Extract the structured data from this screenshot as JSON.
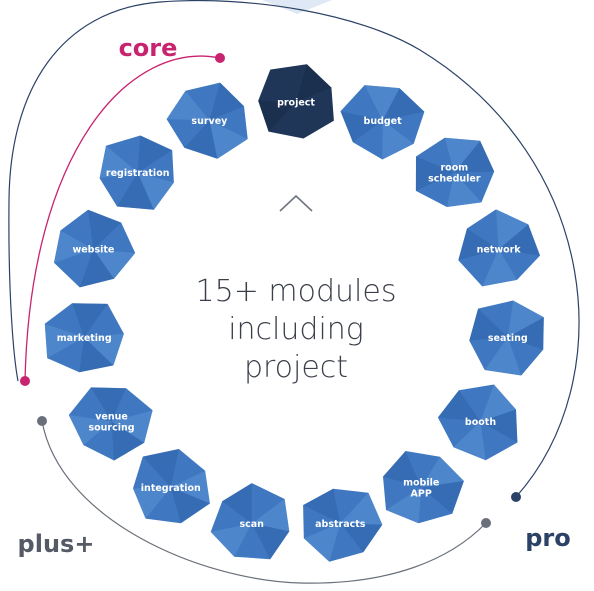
{
  "center": {
    "lines": [
      "15+ modules",
      "including",
      "project"
    ]
  },
  "tiers": {
    "core": {
      "label": "core",
      "color": "#c8236e"
    },
    "plus": {
      "label": "plus+",
      "color": "#555b66"
    },
    "pro": {
      "label": "pro",
      "color": "#2b4266"
    }
  },
  "modules": [
    {
      "id": "project",
      "lines": [
        "project"
      ],
      "selected": true
    },
    {
      "id": "budget",
      "lines": [
        "budget"
      ]
    },
    {
      "id": "room-scheduler",
      "lines": [
        "room",
        "scheduler"
      ]
    },
    {
      "id": "network",
      "lines": [
        "network"
      ]
    },
    {
      "id": "seating",
      "lines": [
        "seating"
      ]
    },
    {
      "id": "booth",
      "lines": [
        "booth"
      ]
    },
    {
      "id": "mobile-app",
      "lines": [
        "mobile",
        "APP"
      ]
    },
    {
      "id": "abstracts",
      "lines": [
        "abstracts"
      ]
    },
    {
      "id": "scan",
      "lines": [
        "scan"
      ]
    },
    {
      "id": "integration",
      "lines": [
        "integration"
      ]
    },
    {
      "id": "venue-sourcing",
      "lines": [
        "venue",
        "sourcing"
      ]
    },
    {
      "id": "marketing",
      "lines": [
        "marketing"
      ]
    },
    {
      "id": "website",
      "lines": [
        "website"
      ]
    },
    {
      "id": "registration",
      "lines": [
        "registration"
      ]
    },
    {
      "id": "survey",
      "lines": [
        "survey"
      ]
    }
  ],
  "colors": {
    "module": "#3f78c0",
    "module_dark": "#2f62a8",
    "module_light": "#5a92d4",
    "selected": "#1f3658",
    "selected_dark": "#182b47"
  },
  "icons": {
    "top_arrow": "chevron-up-icon"
  }
}
